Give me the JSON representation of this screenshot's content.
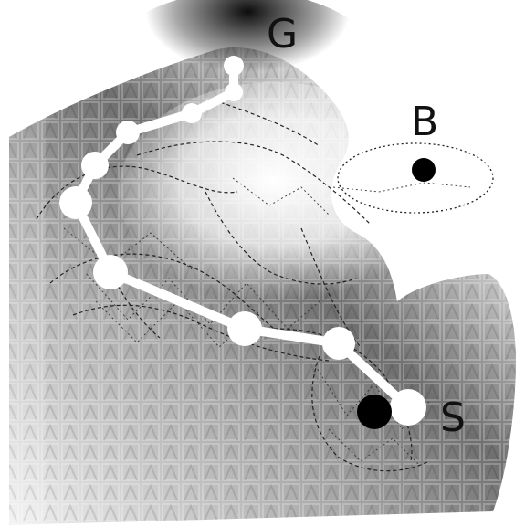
{
  "labels": {
    "goal": "G",
    "start": "S",
    "b_point": "B"
  },
  "colors": {
    "path": "#ffffff",
    "marker": "#000000",
    "dashes": "#222222",
    "surface_dark": "#111111",
    "surface_light": "#f2f2f2"
  }
}
